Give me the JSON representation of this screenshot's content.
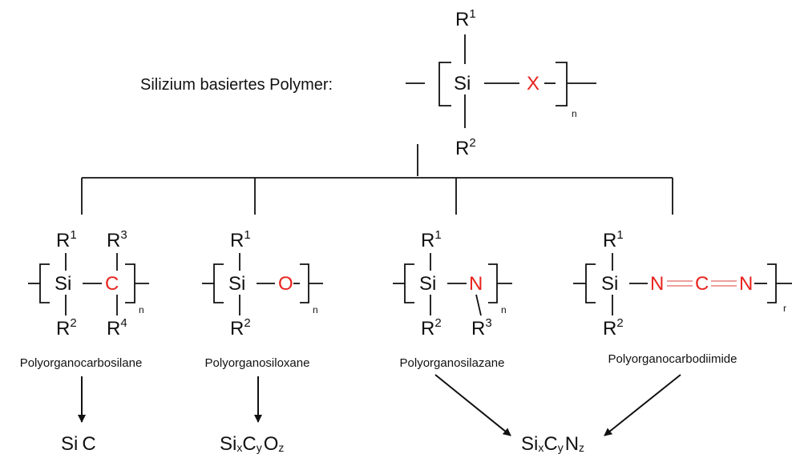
{
  "header": {
    "title": "Silizium basiertes Polymer:",
    "si": "Si",
    "x": "X",
    "r_top": "R",
    "r_top_sup": "1",
    "r_bottom": "R",
    "r_bottom_sup": "2",
    "n": "n"
  },
  "polymers": [
    {
      "label": "Polyorganocarbosilane",
      "si": "Si",
      "hetero": "C",
      "r1": "R",
      "r1_sup": "1",
      "r2": "R",
      "r2_sup": "2",
      "r3": "R",
      "r3_sup": "3",
      "r4": "R",
      "r4_sup": "4",
      "n": "n"
    },
    {
      "label": "Polyorganosiloxane",
      "si": "Si",
      "hetero": "O",
      "r1": "R",
      "r1_sup": "1",
      "r2": "R",
      "r2_sup": "2",
      "n": "n"
    },
    {
      "label": "Polyorganosilazane",
      "si": "Si",
      "hetero": "N",
      "r1": "R",
      "r1_sup": "1",
      "r2": "R",
      "r2_sup": "2",
      "r3": "R",
      "r3_sup": "3",
      "n": "n"
    },
    {
      "label": "Polyorganocarbodiimide",
      "si": "Si",
      "n1": "N",
      "c": "C",
      "n2": "N",
      "r1": "R",
      "r1_sup": "1",
      "r2": "R",
      "r2_sup": "2",
      "n": "r"
    }
  ],
  "products": {
    "sic": {
      "si": "Si",
      "c": "C"
    },
    "sicxoy": {
      "si": "Si",
      "x": "x",
      "c": "C",
      "y": "y",
      "o": "O",
      "z": "z"
    },
    "sicxny": {
      "si": "Si",
      "x": "x",
      "c": "C",
      "y": "y",
      "n": "N",
      "z": "z"
    }
  },
  "colors": {
    "hetero": "#e8231c",
    "double_bond": "#e87e7e",
    "ink": "#111111"
  }
}
